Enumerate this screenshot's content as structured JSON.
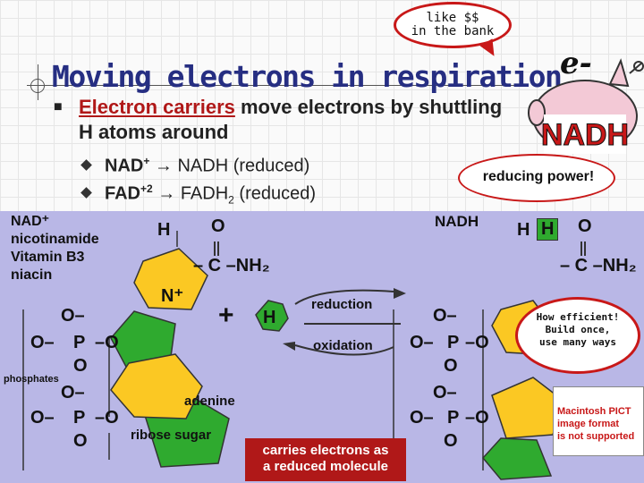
{
  "slide": {
    "title": "Moving electrons in respiration",
    "bullet": {
      "keyword": "Electron carriers",
      "rest": " move electrons by shuttling H atoms around"
    },
    "sub_items": [
      {
        "lhs": "NAD",
        "lhs_sup": "+",
        "arrow": "→",
        "rhs": "NADH",
        "rhs_sub": "",
        "note": "(reduced)"
      },
      {
        "lhs": "FAD",
        "lhs_sup": "+2",
        "arrow": "→",
        "rhs": "FADH",
        "rhs_sub": "2",
        "note": "(reduced)"
      }
    ]
  },
  "bubbles": {
    "bank": {
      "line1": "like $$",
      "line2": "in the bank"
    },
    "reducing": "reducing power!",
    "efficient": {
      "line1": "How efficient!",
      "line2": "Build once,",
      "line3": "use many ways"
    }
  },
  "piggy": {
    "e_label": "e-",
    "nadh_label": "NADH"
  },
  "molecule_left": {
    "names": [
      "NAD⁺",
      "nicotinamide",
      "Vitamin B3",
      "niacin"
    ],
    "h": "H",
    "o": "O",
    "c_nh2": "– C –NH₂",
    "n_plus": "N⁺",
    "phosphate1": {
      "o_top": "O–",
      "o_left": "O–",
      "p": "P",
      "o_right": "–O",
      "o_bottom": "O"
    },
    "phosphate2": {
      "o_top": "O–",
      "o_left": "O–",
      "p": "P",
      "o_right": "–O",
      "o_bottom": "O"
    },
    "phosphates_label": "phosphates",
    "adenine": "adenine",
    "ribose": "ribose sugar"
  },
  "reaction": {
    "plus": "+",
    "h_atom": "H",
    "reduction": "reduction",
    "oxidation": "oxidation",
    "carries": {
      "line1": "carries electrons as",
      "line2": "a reduced molecule"
    }
  },
  "molecule_right": {
    "name": "NADH",
    "h1": "H",
    "h2": "H",
    "o": "O",
    "c_nh2": "– C –NH₂",
    "phosphate1": {
      "o_top": "O–",
      "o_left": "O–",
      "p": "P",
      "o_right": "–O",
      "o_bottom": "O"
    },
    "phosphate2": {
      "o_top": "O–",
      "o_left": "O–",
      "p": "P",
      "o_right": "–O",
      "o_bottom": "O"
    }
  },
  "pict_placeholder": {
    "line1": "Macintosh PICT",
    "line2": "image format",
    "line3": "is not supported"
  },
  "colors": {
    "title": "#262e82",
    "accent_red": "#c81818",
    "lavender": "#b9b7e6",
    "yellow": "#fbc823",
    "green": "#2faa2f"
  }
}
